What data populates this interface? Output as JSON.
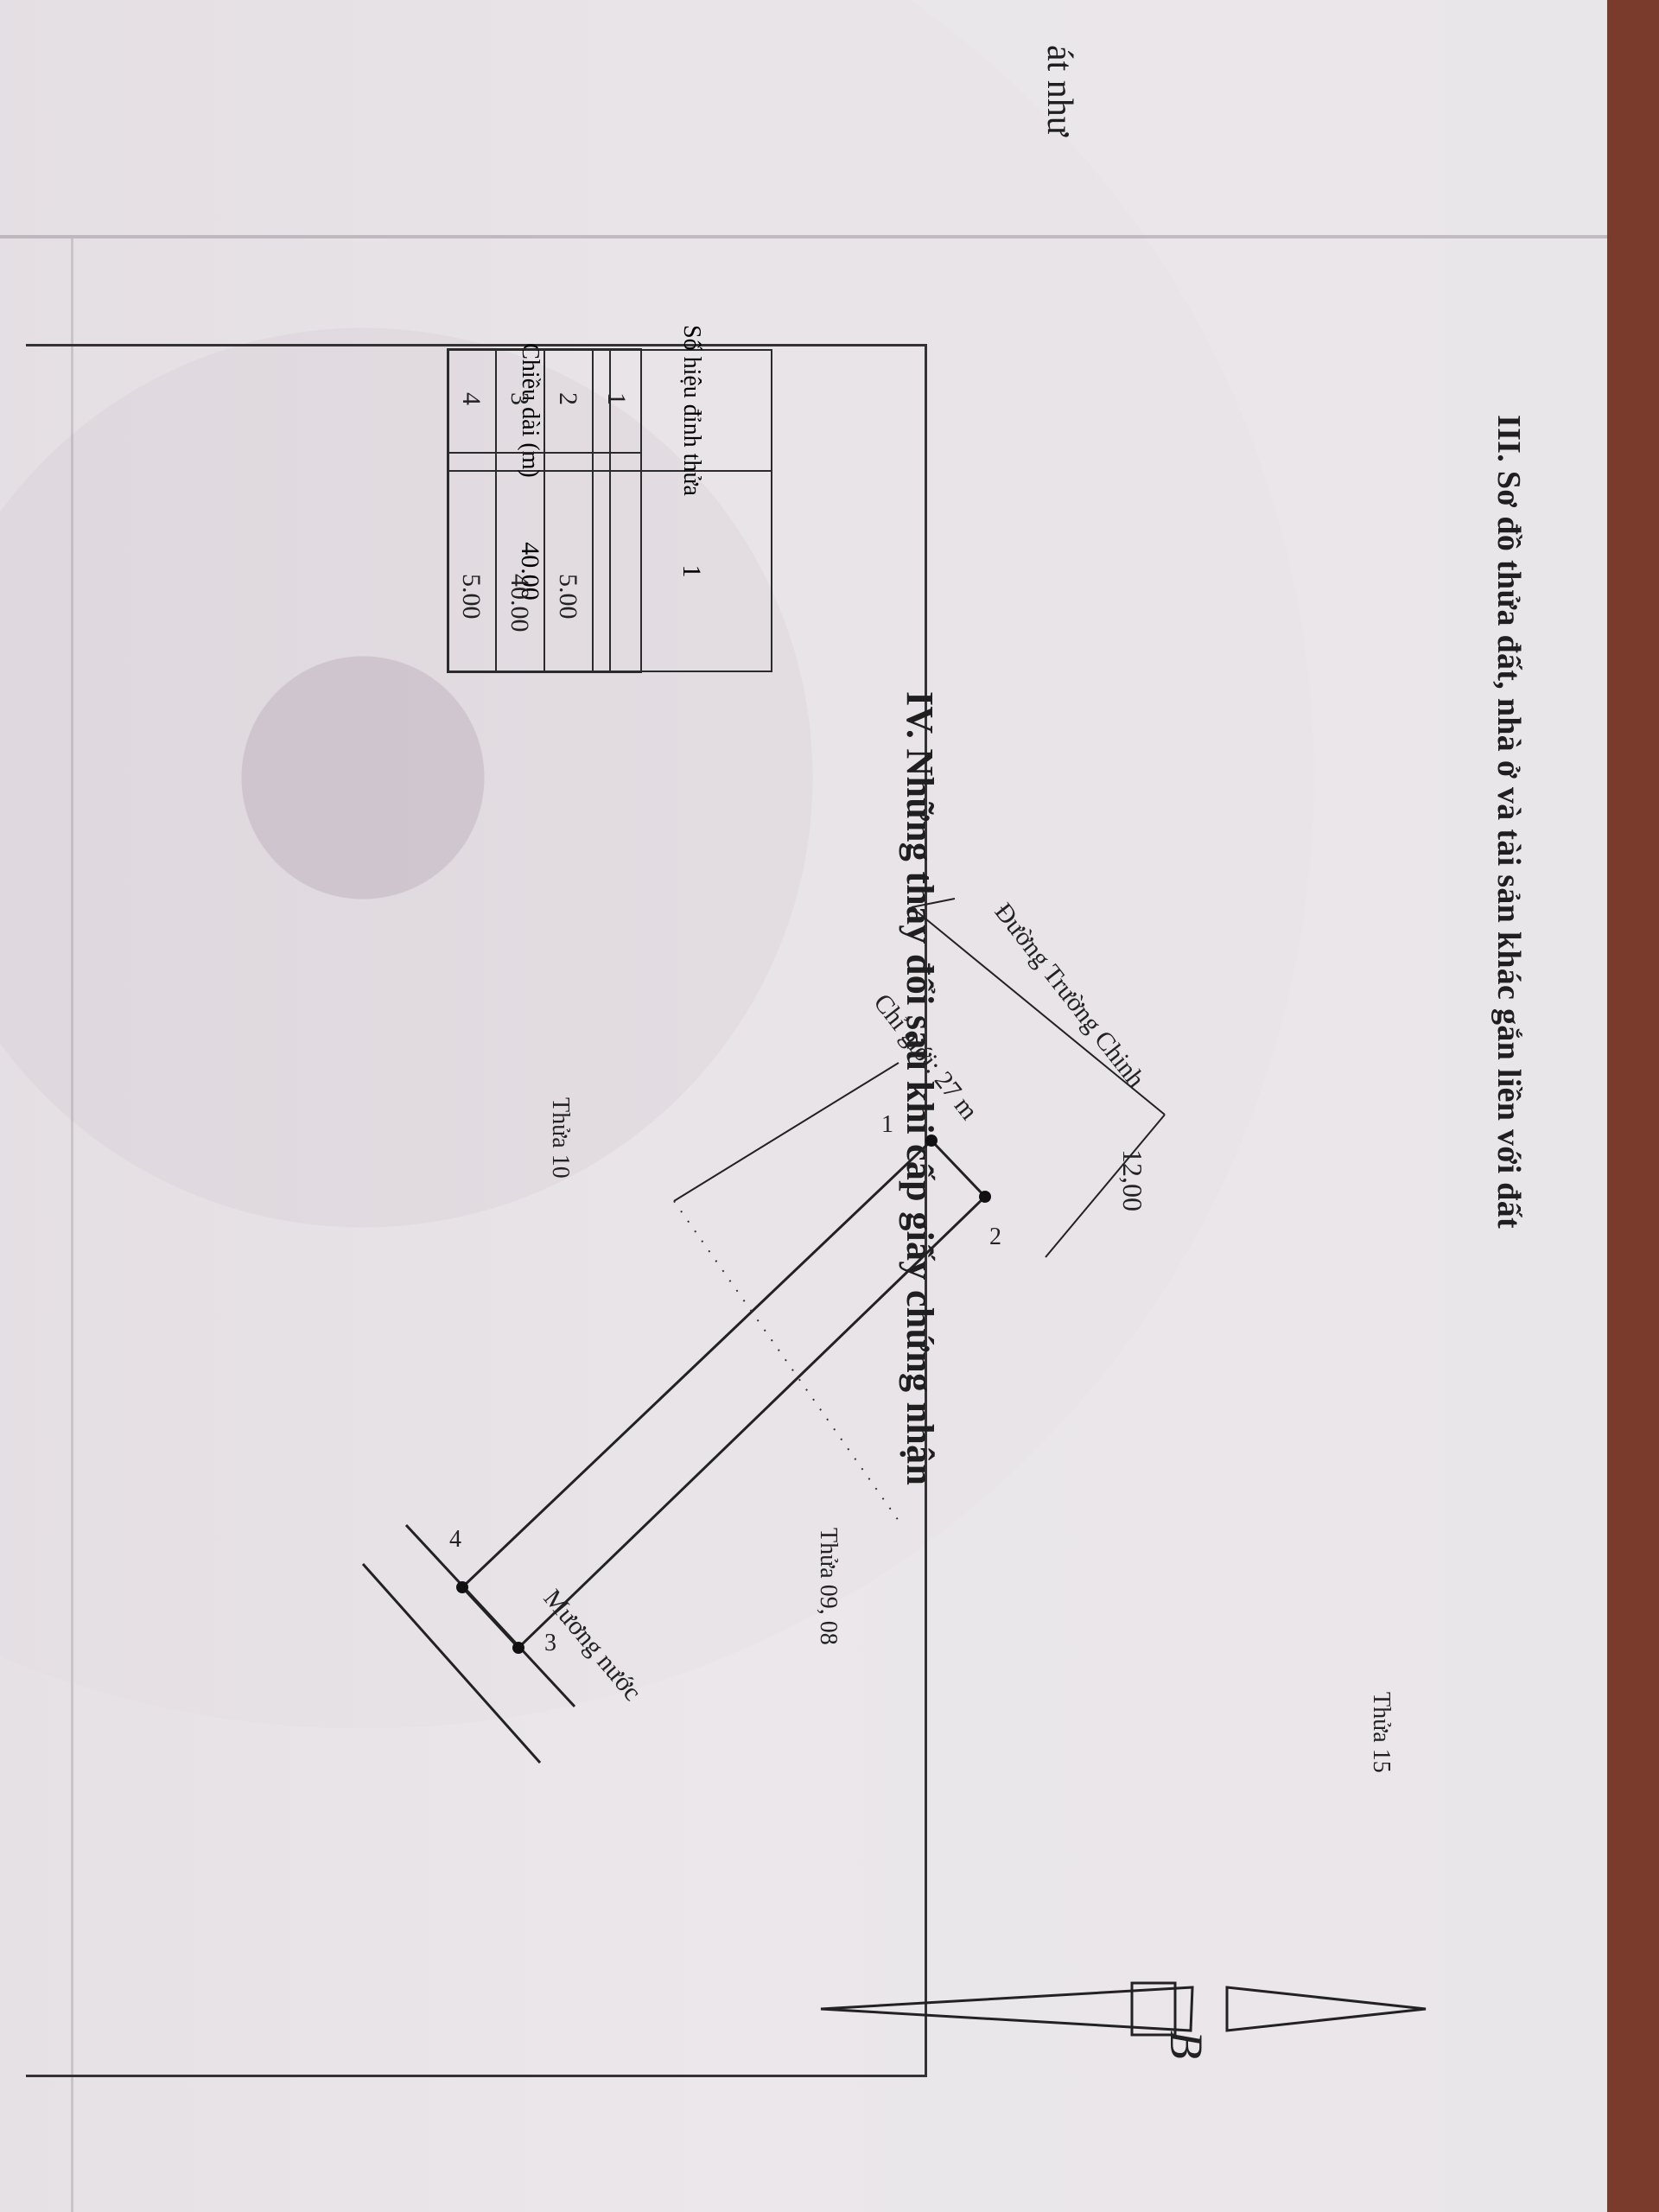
{
  "document": {
    "previous_page_fragment": "át như",
    "section3_title": "III. Sơ đồ thửa đất, nhà ở và tài sản khác gắn liền với đất",
    "section4_title": "IV. Những thay đổi sau khi cấp giấy chứng nhận"
  },
  "vertex_table": {
    "headers": [
      "Số hiệu\nđỉnh thửa",
      "Chiều dài\n(m)"
    ],
    "rows": [
      {
        "point": "1",
        "length": ""
      },
      {
        "point": "2",
        "length": "5.00"
      },
      {
        "point": "3",
        "length": "40.00"
      },
      {
        "point": "4",
        "length": "5.00"
      },
      {
        "point": "1",
        "length": "40.00"
      }
    ]
  },
  "plot": {
    "road_label": "Đường Trường Chinh",
    "setback_label": "Chỉ giới: 27 m",
    "frontage_label": "12,00",
    "canal_label": "Mương nước",
    "vertex_labels": [
      "1",
      "2",
      "3",
      "4"
    ],
    "neighbor_parcels": [
      "Thửa 10",
      "Thửa 09, 08",
      "Thửa 15"
    ],
    "north_symbol": "B"
  }
}
